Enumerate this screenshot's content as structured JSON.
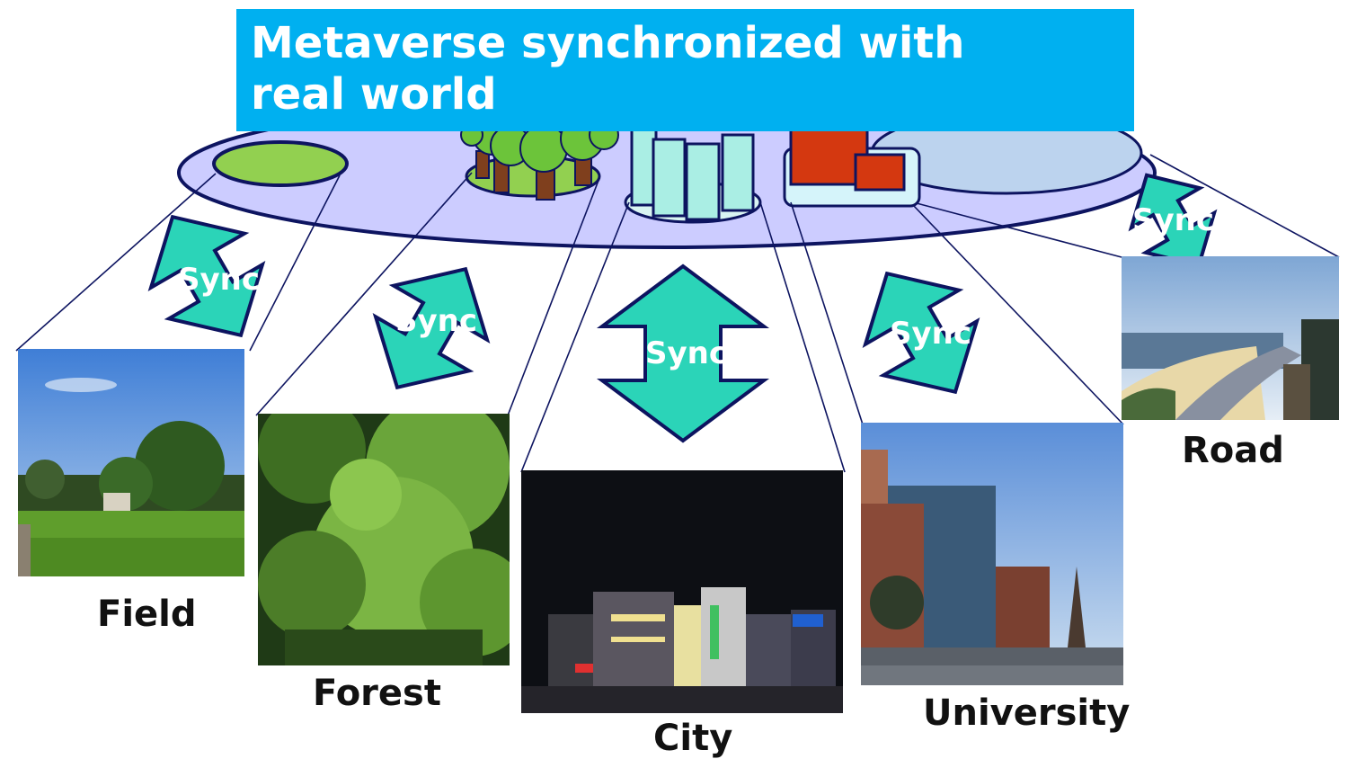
{
  "title": "Metaverse synchronized with real world",
  "sync_label": "Sync",
  "places": {
    "field": "Field",
    "forest": "Forest",
    "city": "City",
    "university": "University",
    "road": "Road"
  },
  "colors": {
    "title_bg": "#00b0f0",
    "platform": "#ccccff",
    "arrow": "#2bd4b8",
    "outline": "#0d1460"
  }
}
